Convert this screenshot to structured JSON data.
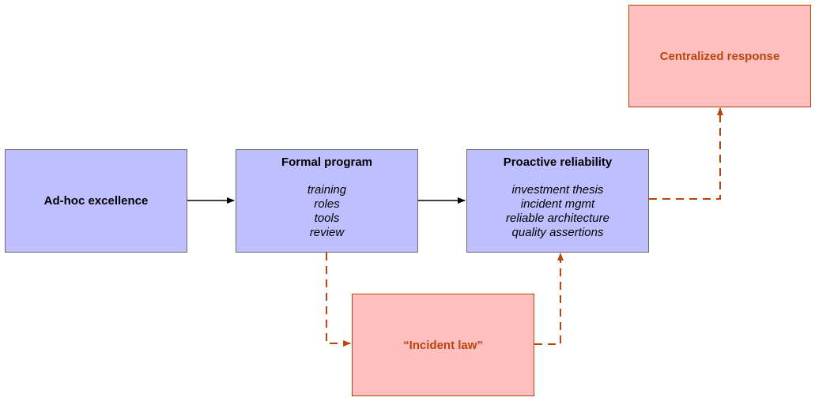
{
  "colors": {
    "blue_fill": "#bfbfff",
    "blue_border": "#6b6b6b",
    "red_fill": "#ffbfbf",
    "red_border": "#b9450c",
    "solid_arrow": "#000000",
    "dashed_arrow": "#b9450c"
  },
  "nodes": {
    "adhoc": {
      "title": "Ad-hoc excellence"
    },
    "formal": {
      "title": "Formal program",
      "items": [
        "training",
        "roles",
        "tools",
        "review"
      ]
    },
    "proactive": {
      "title": "Proactive reliability",
      "items": [
        "investment thesis",
        "incident mgmt",
        "reliable architecture",
        "quality assertions"
      ]
    },
    "incident_law": {
      "title": "“Incident law”"
    },
    "centralized": {
      "title": "Centralized response"
    }
  },
  "edges": [
    {
      "from": "adhoc",
      "to": "formal",
      "style": "solid"
    },
    {
      "from": "formal",
      "to": "proactive",
      "style": "solid"
    },
    {
      "from": "formal",
      "to": "incident_law",
      "style": "dashed"
    },
    {
      "from": "incident_law",
      "to": "proactive",
      "style": "dashed"
    },
    {
      "from": "proactive",
      "to": "centralized",
      "style": "dashed"
    }
  ]
}
